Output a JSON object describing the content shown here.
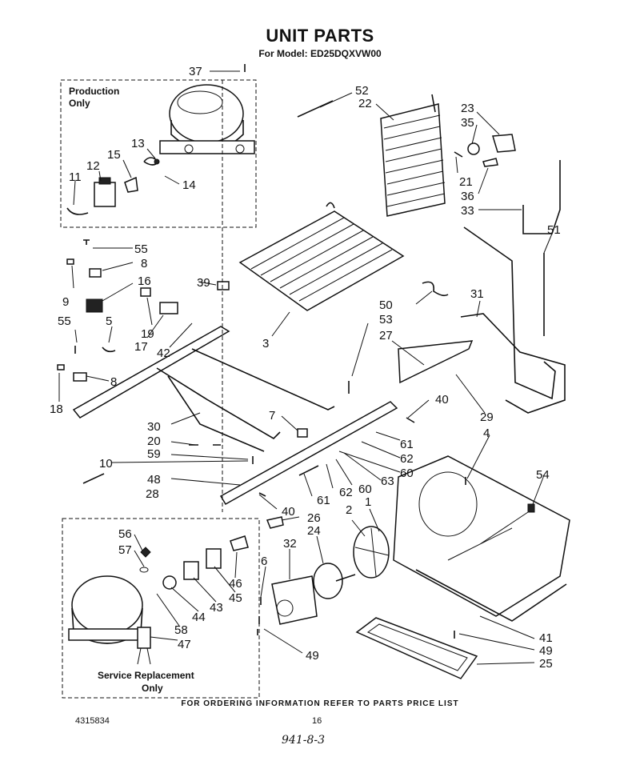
{
  "header": {
    "title": "UNIT PARTS",
    "subtitle": "For Model: ED25DQXVW00"
  },
  "boxes": {
    "production": "Production Only",
    "service": "Service Replacement Only"
  },
  "callouts": {
    "c37": "37",
    "c52": "52",
    "c22": "22",
    "c23": "23",
    "c35": "35",
    "c13": "13",
    "c15": "15",
    "c12": "12",
    "c11": "11",
    "c14": "14",
    "c21": "21",
    "c36": "36",
    "c33": "33",
    "c51": "51",
    "c55a": "55",
    "c8a": "8",
    "c16": "16",
    "c9": "9",
    "c39": "39",
    "c5": "5",
    "c19": "19",
    "c17": "17",
    "c42": "42",
    "c55b": "55",
    "c3": "3",
    "c31": "31",
    "c50": "50",
    "c53": "53",
    "c27": "27",
    "c8b": "8",
    "c18": "18",
    "c30": "30",
    "c7": "7",
    "c40a": "40",
    "c29": "29",
    "c20": "20",
    "c59": "59",
    "c10": "10",
    "c61a": "61",
    "c4": "4",
    "c62a": "62",
    "c63": "63",
    "c60a": "60",
    "c48": "48",
    "c61b": "61",
    "c62b": "62",
    "c60b": "60",
    "c54": "54",
    "c28": "28",
    "c40b": "40",
    "c26": "26",
    "c2": "2",
    "c1": "1",
    "c24": "24",
    "c56": "56",
    "c32": "32",
    "c57": "57",
    "c46": "46",
    "c6": "6",
    "c45": "45",
    "c43": "43",
    "c44": "44",
    "c58": "58",
    "c47": "47",
    "c41": "41",
    "c49a": "49",
    "c25": "25",
    "c49b": "49"
  },
  "footer": {
    "note": "FOR ORDERING INFORMATION REFER TO PARTS PRICE LIST",
    "doc_number": "4315834",
    "page_number": "16",
    "handwritten": "941-8-3"
  }
}
